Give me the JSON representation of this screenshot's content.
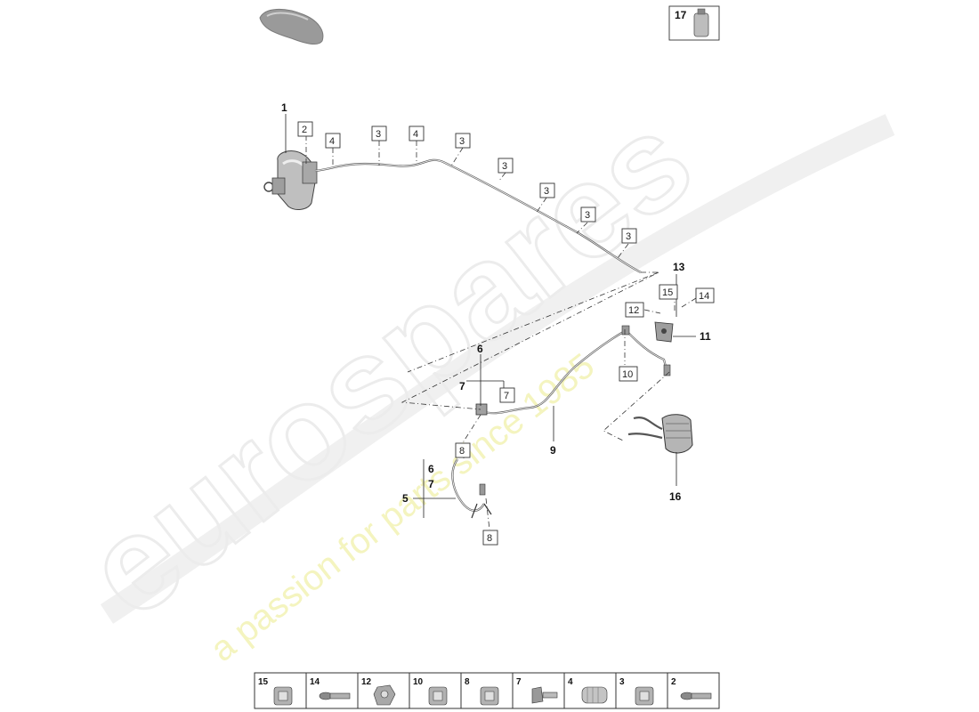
{
  "watermark": {
    "brand": "eurospares",
    "tagline": "a passion for parts since 1985"
  },
  "callouts": {
    "c1": "1",
    "c2": "2",
    "c3": "3",
    "c4": "4",
    "c5": "5",
    "c6": "6",
    "c7": "7",
    "c8": "8",
    "c9": "9",
    "c10": "10",
    "c11": "11",
    "c12": "12",
    "c13": "13",
    "c14": "14",
    "c15": "15",
    "c16": "16",
    "c17": "17"
  },
  "strip": [
    "15",
    "14",
    "12",
    "10",
    "8",
    "7",
    "4",
    "3",
    "2"
  ]
}
